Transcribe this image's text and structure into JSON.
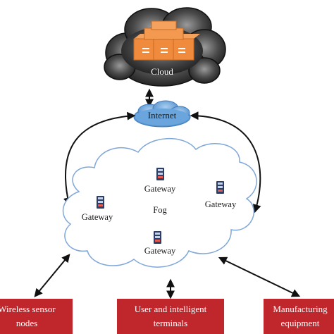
{
  "cloud": {
    "label": "Cloud"
  },
  "internet": {
    "label": "Internet"
  },
  "fog": {
    "label": "Fog",
    "gateways": [
      {
        "label": "Gateway"
      },
      {
        "label": "Gateway"
      },
      {
        "label": "Gateway"
      },
      {
        "label": "Gateway"
      }
    ]
  },
  "devices": [
    {
      "line1": "Wireless sensor",
      "line2": "nodes"
    },
    {
      "line1": "User and intelligent",
      "line2": "terminals"
    },
    {
      "line1": "Manufacturing",
      "line2": "equipment"
    }
  ],
  "colors": {
    "device_box": "#c0272d",
    "server": "#f08a3c",
    "internet_cloud": "#5b9bd5",
    "storm_cloud": "#3a3a3a",
    "fog_border": "#7fa7d9"
  },
  "icons": [
    "server-rack-icon",
    "gateway-server-icon",
    "bidirectional-arrow-icon"
  ]
}
